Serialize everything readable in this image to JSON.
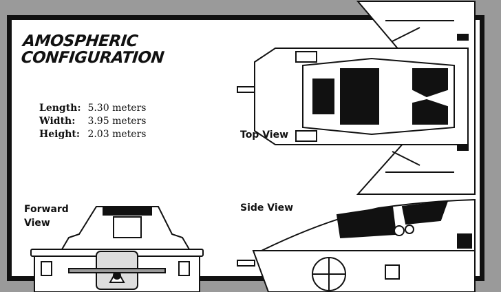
{
  "title": {
    "line1": "AMOSPHERIC",
    "line2": "CONFIGURATION"
  },
  "specs": [
    {
      "label": "Length:",
      "value": "5.30 meters"
    },
    {
      "label": "Width:",
      "value": "3.95 meters"
    },
    {
      "label": "Height:",
      "value": "2.03 meters"
    }
  ],
  "views": {
    "top": "Top View",
    "side": "Side View",
    "forward_line1": "Forward",
    "forward_line2": "View"
  }
}
